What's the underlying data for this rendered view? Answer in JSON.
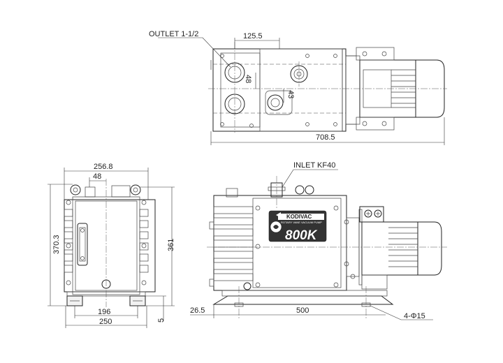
{
  "top_view": {
    "outlet_label": "OUTLET 1-1/2",
    "dim_width": "125.5",
    "dim_height_1": "48",
    "dim_height_2": "43",
    "dim_length": "708.5"
  },
  "end_view": {
    "dim_width_top": "256.8",
    "dim_small": "48",
    "dim_total_height": "370.3",
    "dim_height": "361",
    "dim_feet": "196",
    "dim_base": "250",
    "dim_foot_height": "5"
  },
  "side_view": {
    "inlet_label": "INLET KF40",
    "brand": "KODIVAC",
    "brand_sub": "ROTARY VANE VACUUM PUMP",
    "model": "800K",
    "dim_offset": "26.5",
    "dim_mount": "500",
    "holes_label": "4-Φ15"
  }
}
